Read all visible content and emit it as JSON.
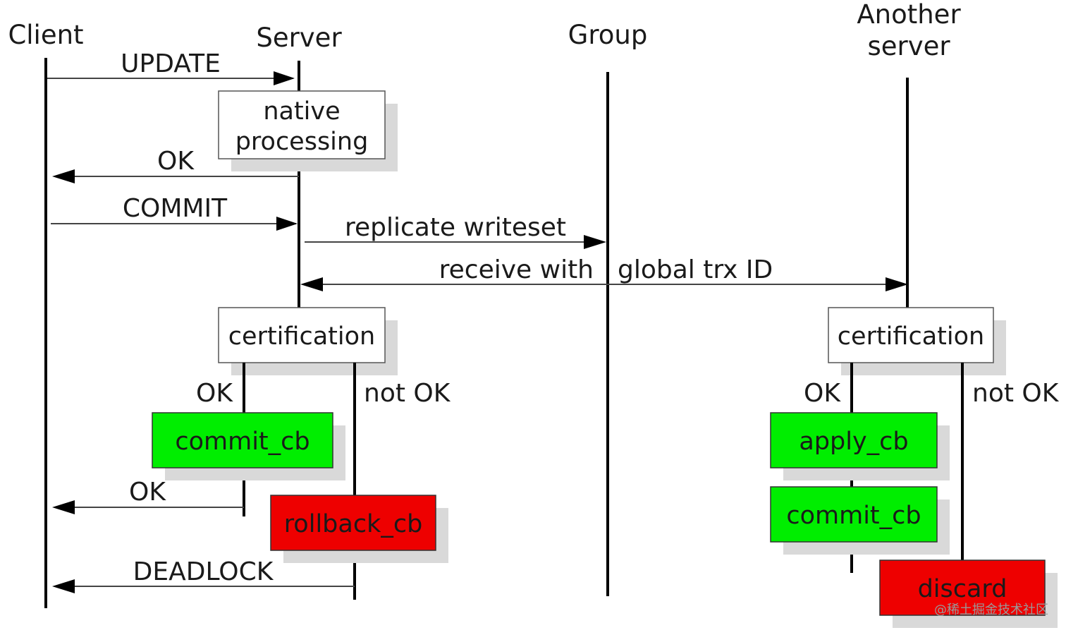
{
  "actors": {
    "client": "Client",
    "server": "Server",
    "group": "Group",
    "another_server_line1": "Another",
    "another_server_line2": "server"
  },
  "messages": {
    "update": "UPDATE",
    "ok_after_native": "OK",
    "commit": "COMMIT",
    "replicate_writeset": "replicate writeset",
    "receive_with": "receive with",
    "global_trx_id": "global trx ID",
    "ok_after_commit_cb": "OK",
    "deadlock": "DEADLOCK"
  },
  "boxes": {
    "native_processing_line1": "native",
    "native_processing_line2": "processing",
    "certification_server": "certification",
    "commit_cb_server": "commit_cb",
    "rollback_cb": "rollback_cb",
    "certification_another": "certification",
    "apply_cb": "apply_cb",
    "commit_cb_another": "commit_cb",
    "discard": "discard"
  },
  "branches": {
    "server_ok": "OK",
    "server_not_ok": "not OK",
    "another_ok": "OK",
    "another_not_ok": "not OK"
  },
  "watermark": "@稀土掘金技术社区",
  "colors": {
    "success": "#00ee00",
    "failure": "#ee0000",
    "line": "#000000",
    "arrow": "#444444",
    "shadow": "#d9d9d9"
  }
}
